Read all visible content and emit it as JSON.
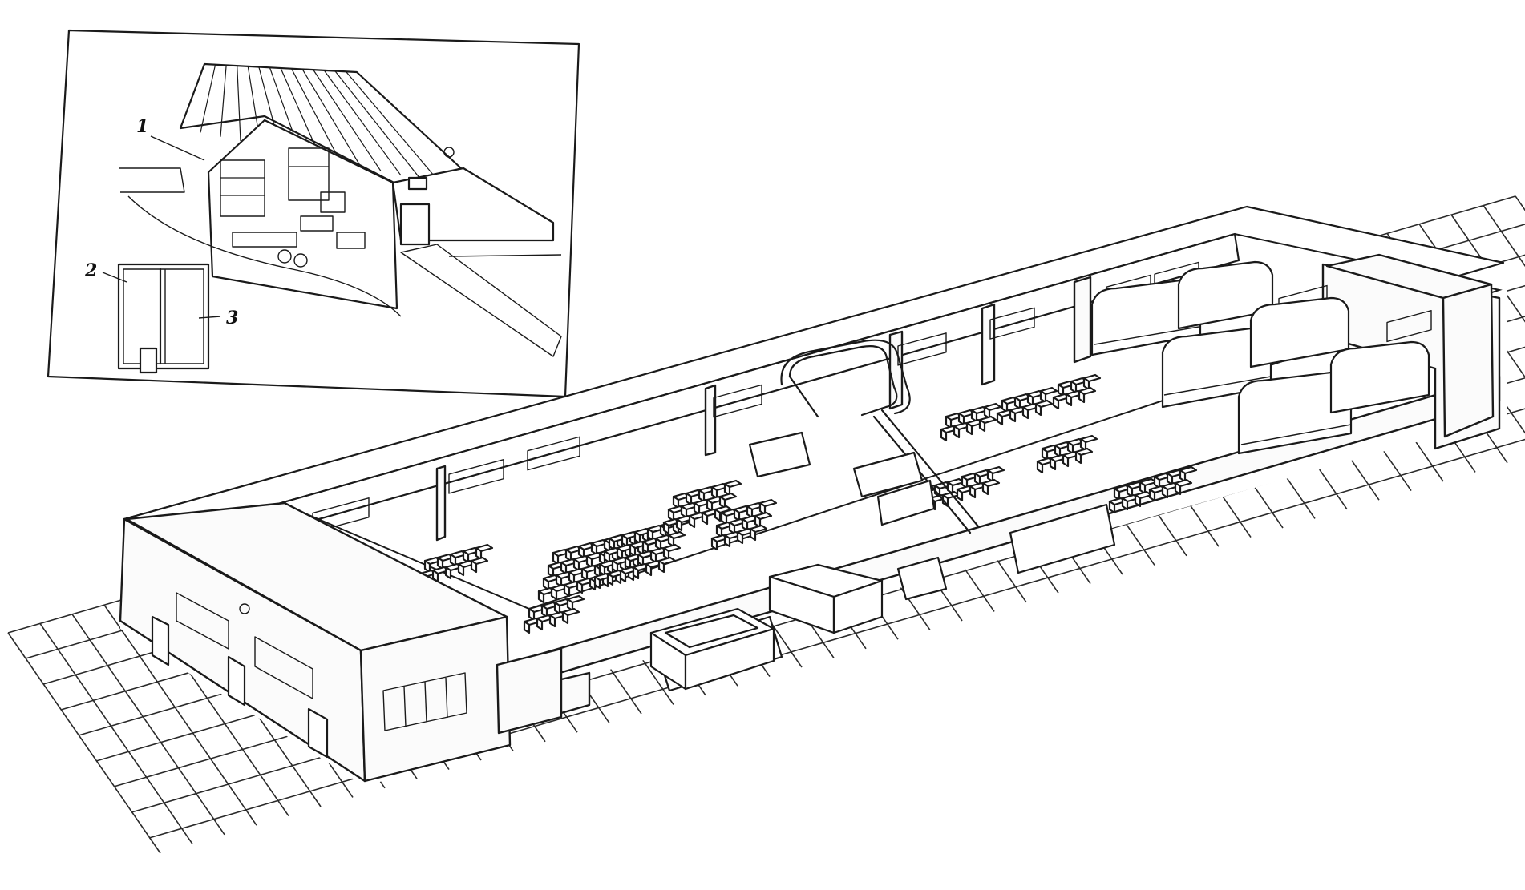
{
  "inset": {
    "callouts": [
      {
        "label": "1"
      },
      {
        "label": "2"
      },
      {
        "label": "3"
      }
    ]
  },
  "colors": {
    "ink": "#1a1a1a",
    "paper": "#ffffff"
  }
}
